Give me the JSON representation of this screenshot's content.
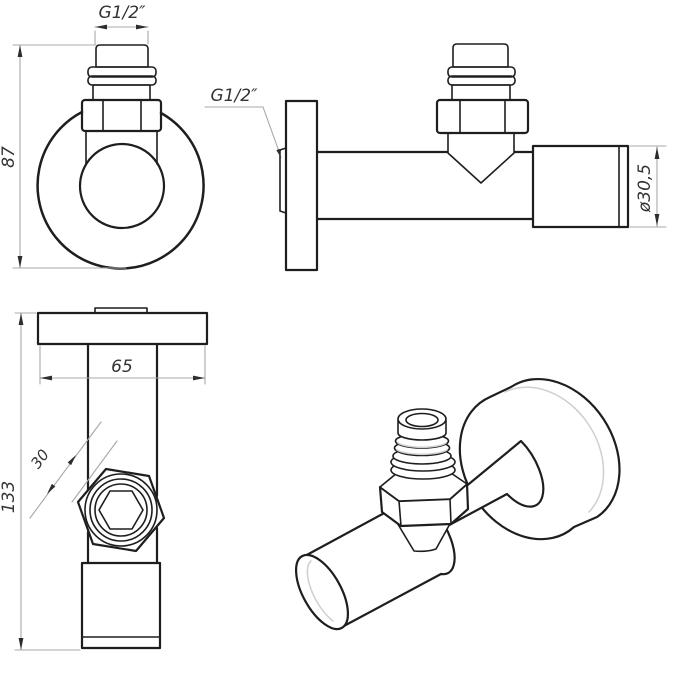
{
  "drawing": {
    "type": "technical-dimension-drawing",
    "subject": "angle valve with wall flange",
    "background": "#ffffff",
    "outline_color": "#1e1e1e",
    "dimension_line_color": "#a8a8a8",
    "shading_color": "#cfcfcf",
    "label_color": "#333333",
    "views": [
      {
        "id": "front",
        "title": "front view",
        "labels": [
          "G1/2″",
          "87"
        ]
      },
      {
        "id": "side",
        "title": "side view",
        "labels": [
          "G1/2″",
          "ø30,5"
        ]
      },
      {
        "id": "plan",
        "title": "plan view",
        "labels": [
          "65",
          "30",
          "133"
        ]
      },
      {
        "id": "isometric",
        "title": "isometric view",
        "labels": []
      }
    ]
  },
  "labels": {
    "front_thread": "G1/2″",
    "front_height": "87",
    "side_thread": "G1/2″",
    "side_diameter": "ø30,5",
    "plan_width": "65",
    "plan_hex": "30",
    "plan_length": "133"
  }
}
